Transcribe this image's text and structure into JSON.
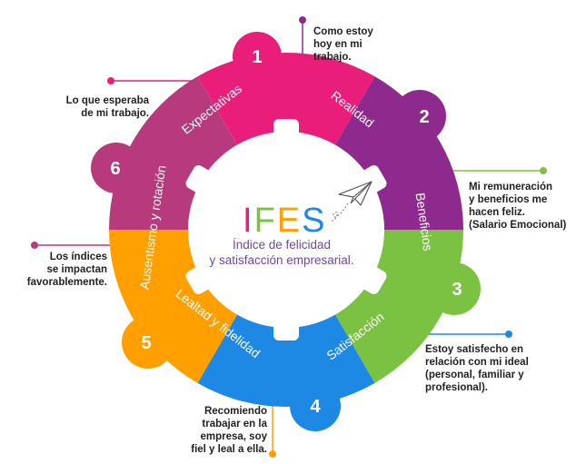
{
  "center": {
    "title_letters": [
      "I",
      "F",
      "E",
      "S"
    ],
    "subtitle_line1": "Índice de felicidad",
    "subtitle_line2": "y satisfacción empresarial."
  },
  "segments": [
    {
      "number": "1",
      "label": "Expectativas",
      "color": "#e91e7a"
    },
    {
      "number": "2",
      "label": "Realidad",
      "color": "#8e2a8d"
    },
    {
      "number": "3",
      "label": "Beneficios",
      "color": "#7cc242"
    },
    {
      "number": "4",
      "label": "Satisfacción",
      "color": "#1e88e5"
    },
    {
      "number": "5",
      "label": "Lealtad y fidelidad",
      "color": "#ffa000"
    },
    {
      "number": "6",
      "label": "Ausentismo y rotación",
      "color": "#b73a7d"
    }
  ],
  "notes": {
    "realidad": "Como estoy\nhoy en mi\ntrabajo.",
    "expectativas": "Lo que esperaba\nde mi trabajo.",
    "beneficios": "Mi remuneración\ny beneficios me\nhacen feliz.\n(Salario Emocional)",
    "ausentismo": "Los índices\nse impactan\nfavorablemente.",
    "satisfaccion": "Estoy satisfecho en\nrelación con mi ideal\n(personal, familiar y\nprofesional).",
    "lealtad": "Recomiendo\ntrabajar en la\nempresa, soy\nfiel y leal a ella."
  }
}
